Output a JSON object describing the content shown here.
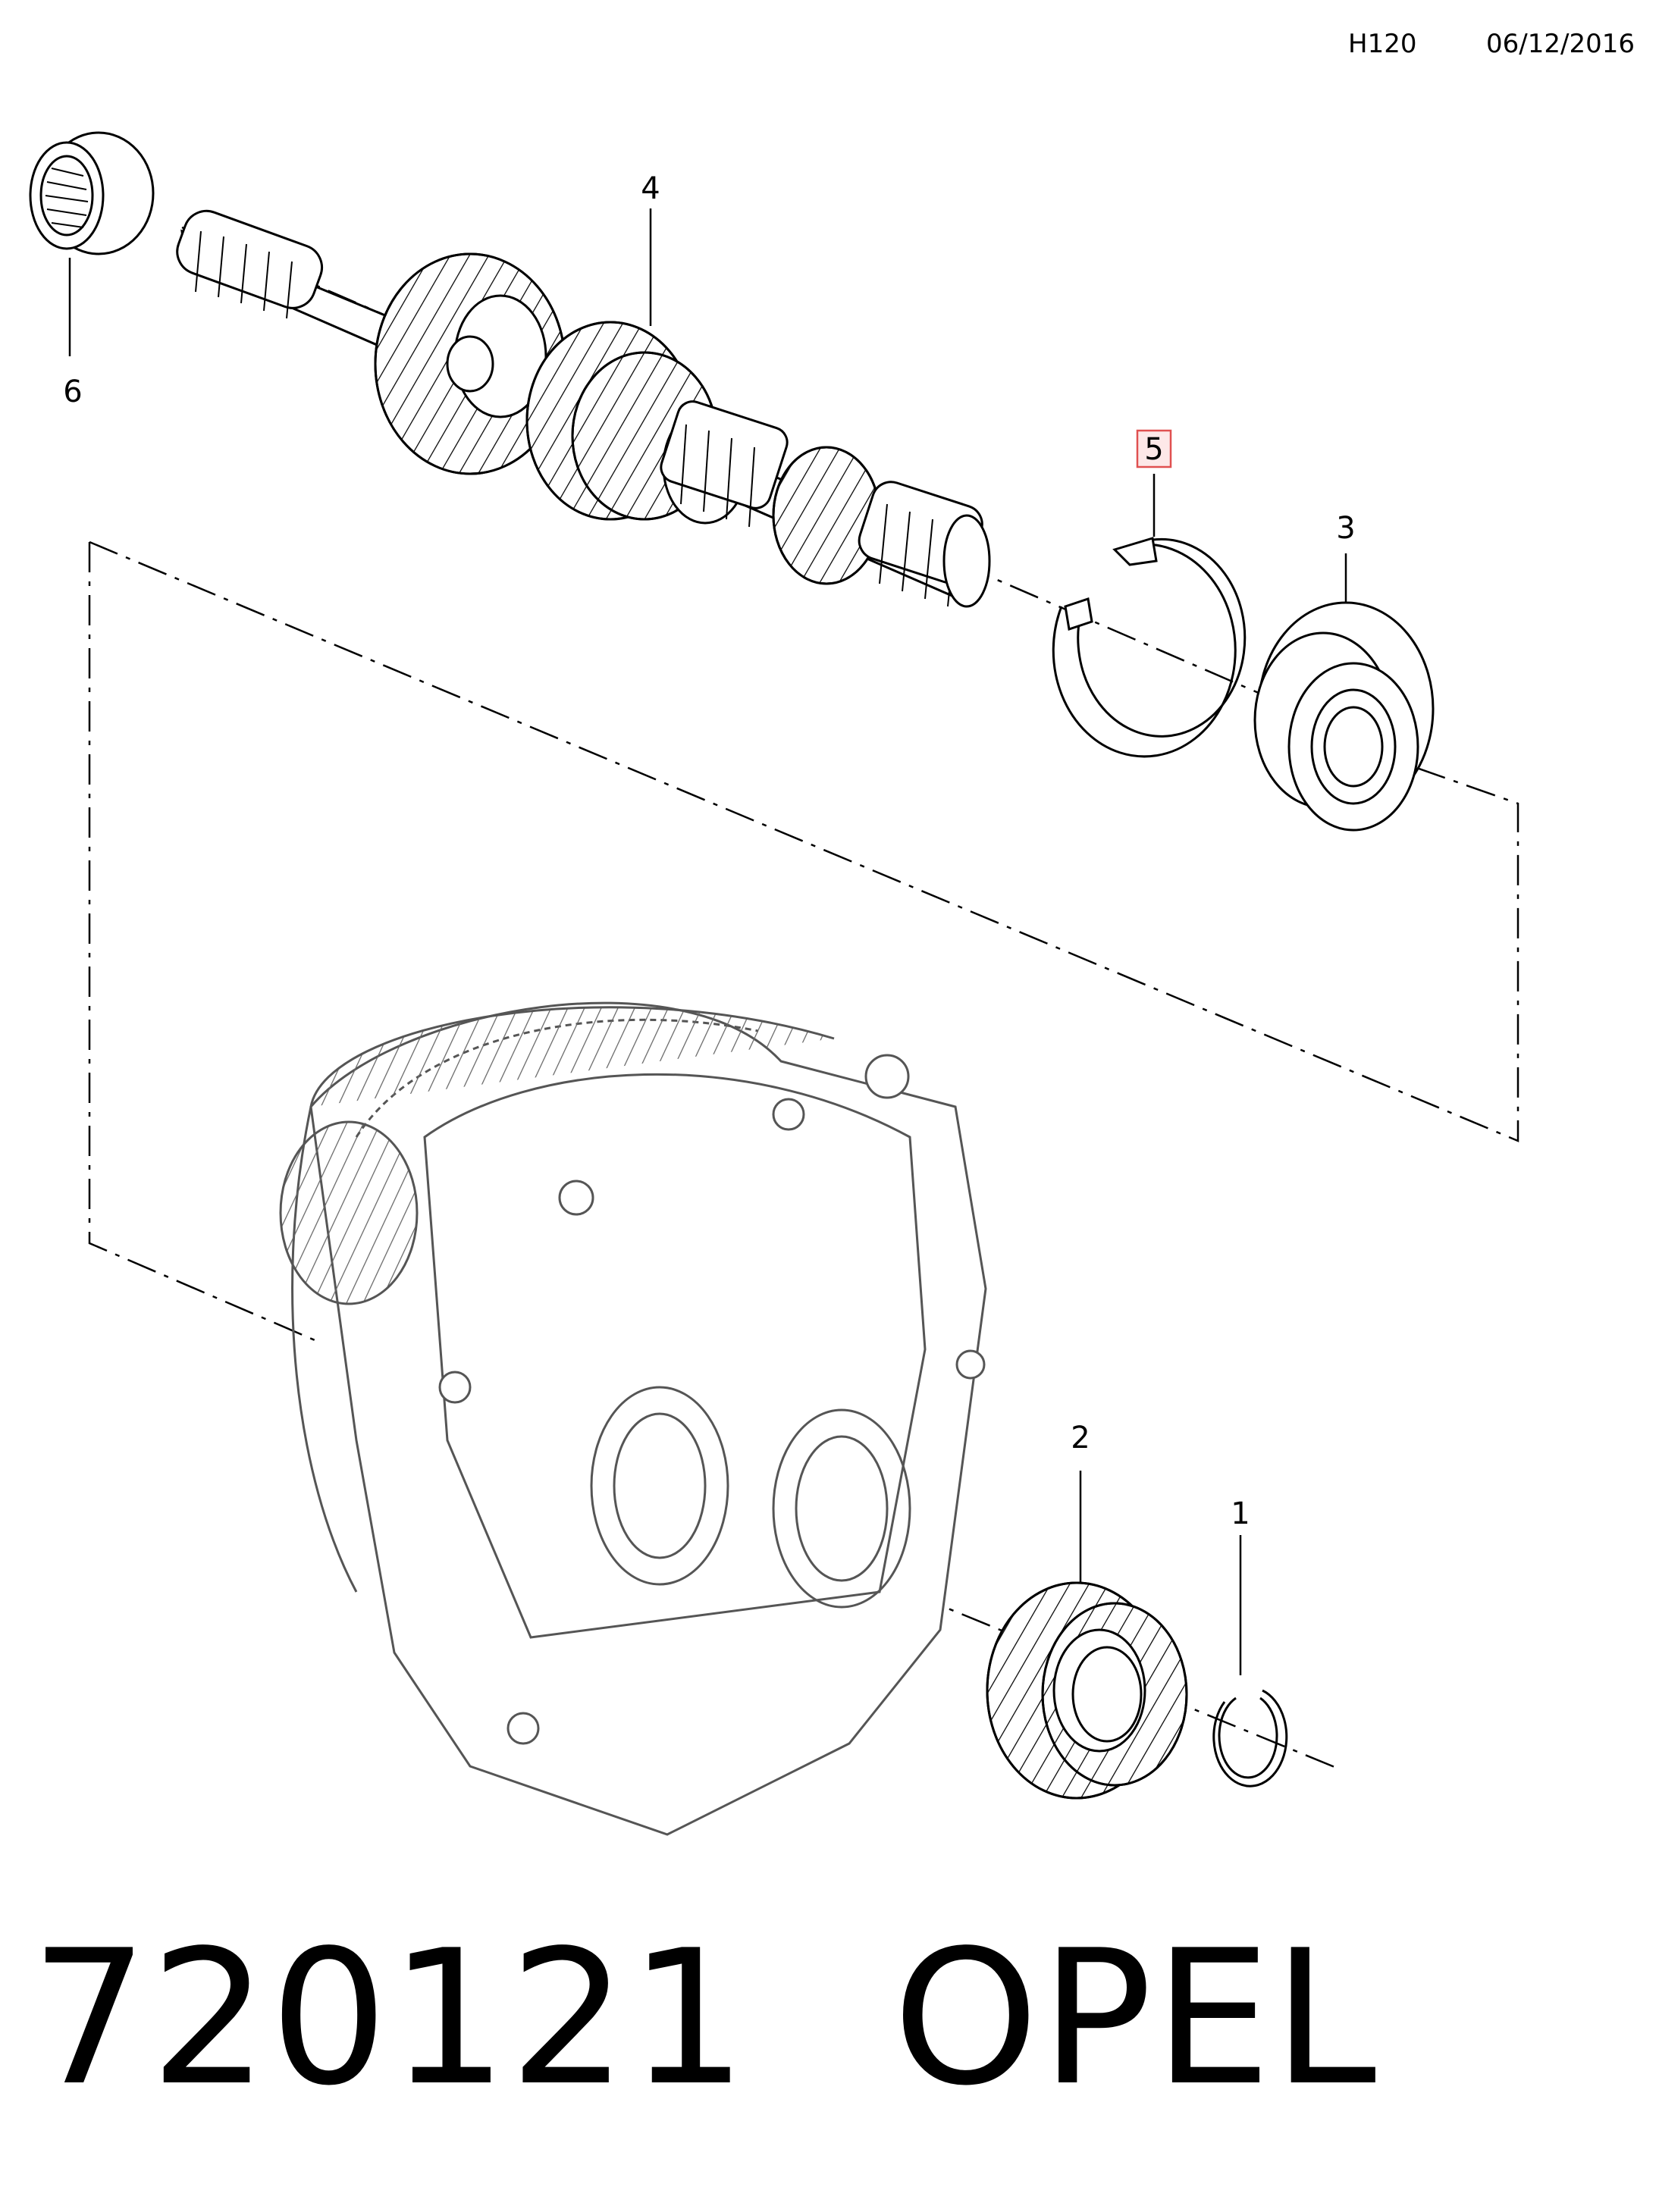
{
  "header": {
    "code": "H120",
    "date": "06/12/2016"
  },
  "callouts": {
    "c1": "1",
    "c2": "2",
    "c3": "3",
    "c4": "4",
    "c5": "5",
    "c6": "6"
  },
  "footer": {
    "part_number": "720121",
    "brand": "OPEL"
  },
  "colors": {
    "line": "#000000",
    "housing": "#555555",
    "highlight": "#e05050",
    "highlight_fill": "#fde8e8"
  }
}
